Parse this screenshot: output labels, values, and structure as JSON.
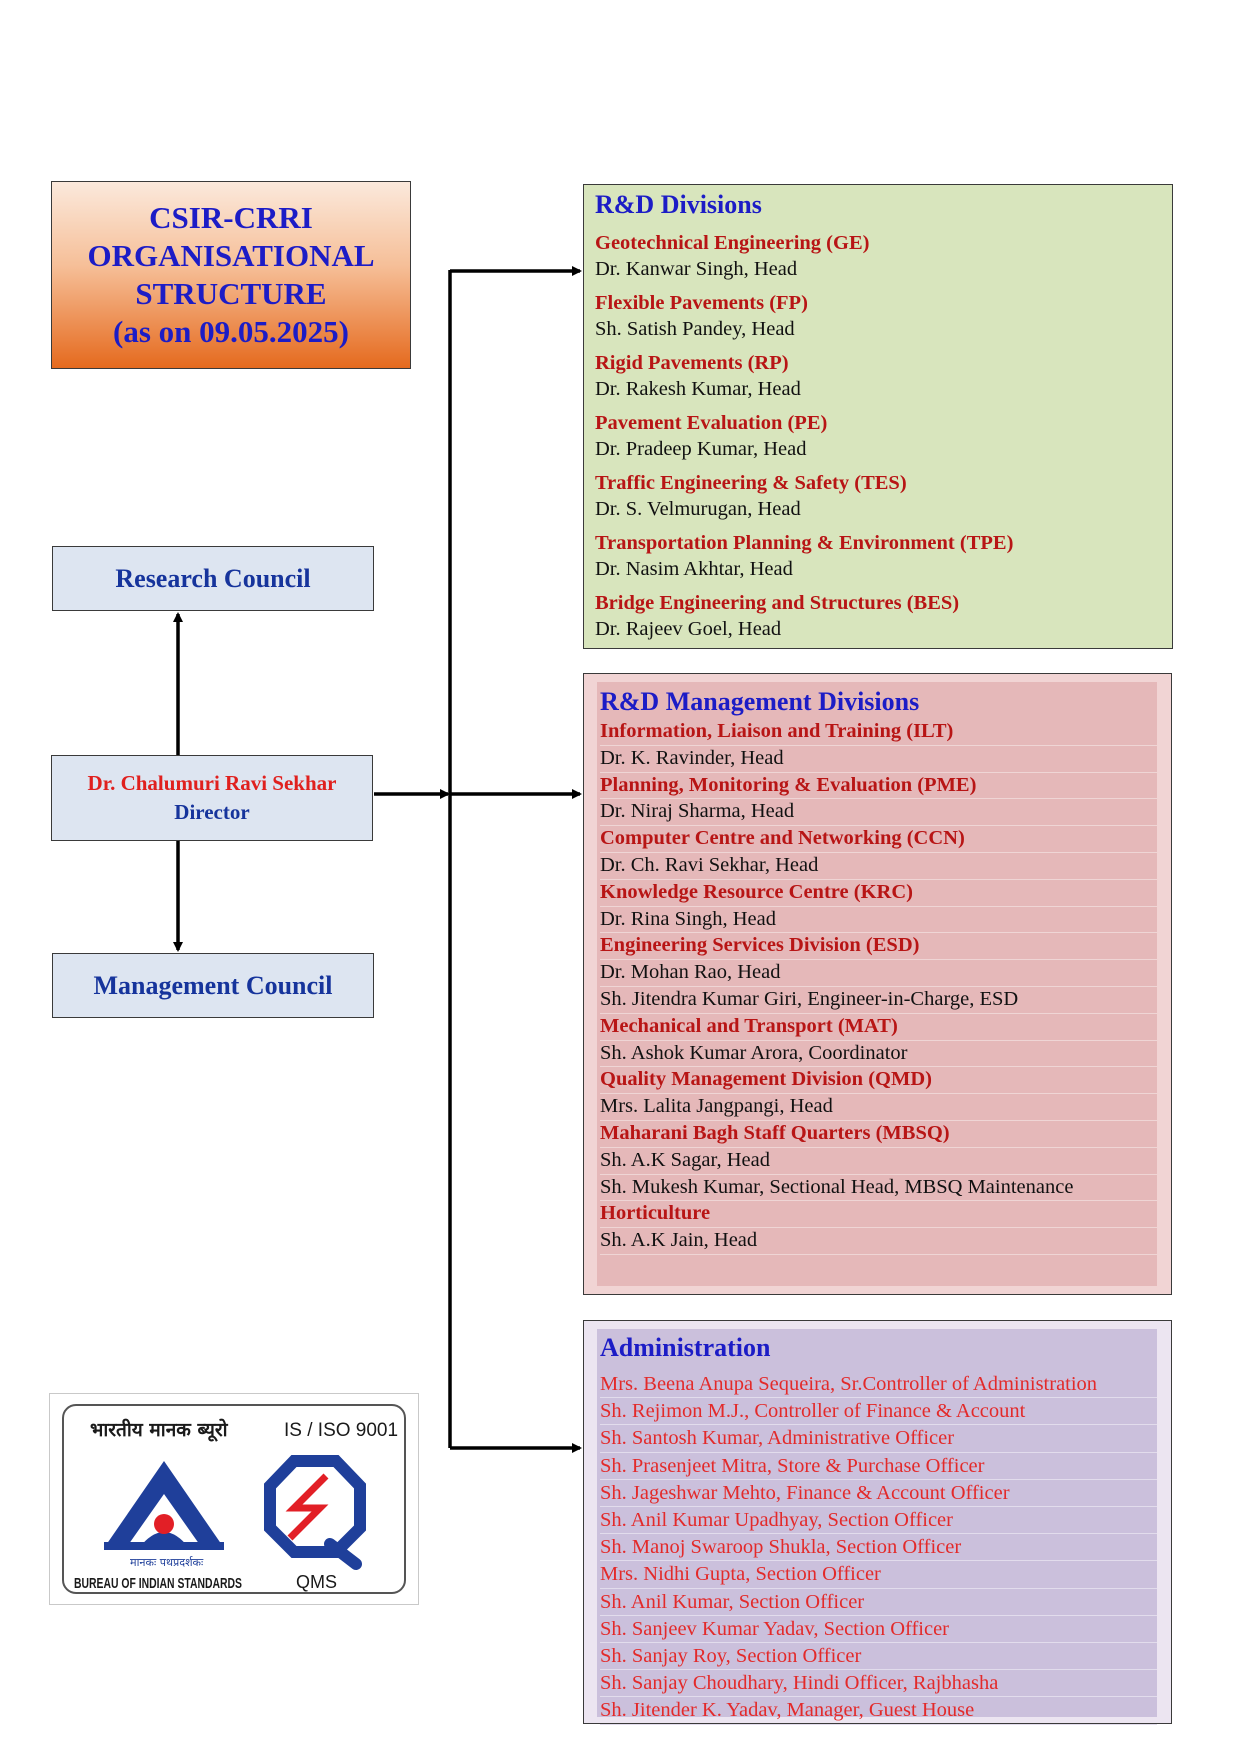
{
  "title": {
    "line1": "CSIR-CRRI",
    "line2": "ORGANISATIONAL",
    "line3": "STRUCTURE",
    "line4": "(as on 09.05.2025)"
  },
  "research_council": "Research Council",
  "management_council": "Management Council",
  "director": {
    "name": "Dr. Chalumuri Ravi Sekhar",
    "title": "Director"
  },
  "rnd": {
    "title": "R&D Divisions",
    "divisions": [
      {
        "name": "Geotechnical Engineering (GE)",
        "head": "Dr. Kanwar Singh, Head"
      },
      {
        "name": "Flexible Pavements (FP)",
        "head": "Sh. Satish Pandey, Head"
      },
      {
        "name": "Rigid Pavements (RP)",
        "head": "Dr. Rakesh Kumar, Head"
      },
      {
        "name": "Pavement Evaluation (PE)",
        "head": "Dr. Pradeep Kumar, Head"
      },
      {
        "name": "Traffic Engineering & Safety (TES)",
        "head": "Dr. S. Velmurugan, Head"
      },
      {
        "name": "Transportation Planning & Environment (TPE)",
        "head": "Dr. Nasim Akhtar, Head"
      },
      {
        "name": "Bridge Engineering and Structures (BES)",
        "head": "Dr. Rajeev Goel, Head"
      }
    ]
  },
  "mgmt": {
    "title": "R&D Management Divisions",
    "divisions": [
      {
        "name": "Information, Liaison and Training (ILT)",
        "heads": [
          "Dr. K. Ravinder, Head"
        ]
      },
      {
        "name": "Planning, Monitoring & Evaluation (PME)",
        "heads": [
          "Dr. Niraj Sharma, Head"
        ]
      },
      {
        "name": "Computer Centre and Networking (CCN)",
        "heads": [
          "Dr. Ch. Ravi Sekhar, Head"
        ]
      },
      {
        "name": "Knowledge Resource Centre (KRC)",
        "heads": [
          "Dr. Rina Singh, Head"
        ]
      },
      {
        "name": "Engineering Services Division (ESD)",
        "heads": [
          "Dr. Mohan Rao, Head",
          "Sh. Jitendra Kumar Giri, Engineer-in-Charge, ESD"
        ]
      },
      {
        "name": "Mechanical and Transport (MAT)",
        "heads": [
          "Sh. Ashok Kumar Arora, Coordinator"
        ]
      },
      {
        "name": "Quality Management Division (QMD)",
        "heads": [
          "Mrs. Lalita Jangpangi, Head"
        ]
      },
      {
        "name": "Maharani Bagh Staff Quarters (MBSQ)",
        "heads": [
          "Sh. A.K Sagar, Head",
          "Sh. Mukesh Kumar, Sectional Head, MBSQ Maintenance"
        ]
      },
      {
        "name": "Horticulture",
        "heads": [
          "Sh. A.K Jain, Head"
        ]
      }
    ]
  },
  "admin": {
    "title": "Administration",
    "officers": [
      "Mrs. Beena Anupa Sequeira, Sr.Controller of Administration",
      "Sh. Rejimon M.J., Controller of Finance & Account",
      "Sh. Santosh Kumar, Administrative Officer",
      "Sh. Prasenjeet Mitra, Store & Purchase Officer",
      "Sh. Jageshwar Mehto, Finance & Account Officer",
      "Sh. Anil Kumar Upadhyay, Section Officer",
      "Sh. Manoj Swaroop Shukla, Section Officer",
      "Mrs. Nidhi Gupta, Section Officer",
      "Sh. Anil Kumar, Section Officer",
      "Sh. Sanjeev Kumar Yadav, Section Officer",
      "Sh. Sanjay Roy, Section Officer",
      "Sh. Sanjay Choudhary, Hindi Officer, Rajbhasha",
      "Sh. Jitender K. Yadav, Manager, Guest House"
    ]
  },
  "logo": {
    "hindi_text": "भारतीय मानक ब्यूरो",
    "iso_text": "IS / ISO 9001",
    "tagline": "मानकः पथप्रदर्शकः",
    "bis_text": "BUREAU OF INDIAN STANDARDS",
    "qms_text": "QMS",
    "colors": {
      "bis_blue": "#1f3f9a",
      "bis_red": "#e21f26",
      "qms_blue": "#1f3f9a",
      "qms_red": "#e21f26"
    }
  }
}
